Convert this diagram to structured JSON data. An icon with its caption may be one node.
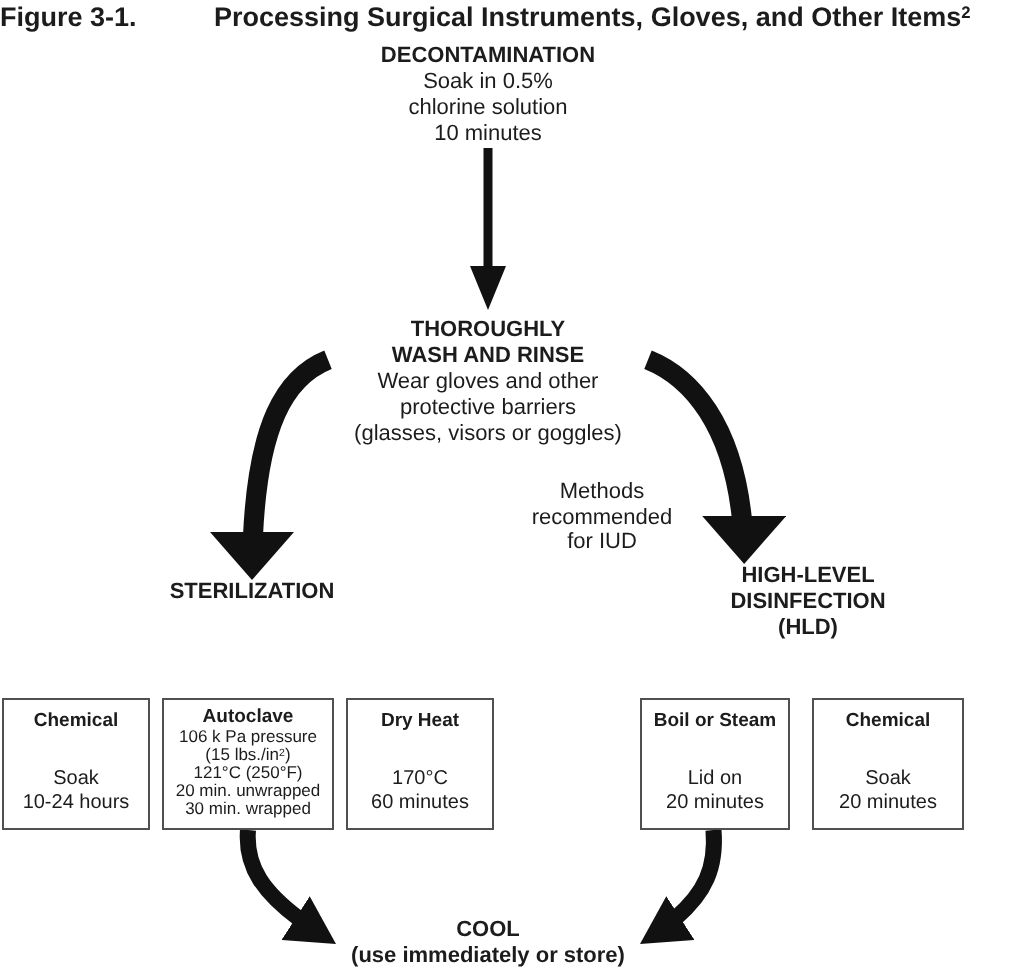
{
  "diagram": {
    "title": "Processing Surgical Instruments, Gloves, and Other Items$^{2}$",
    "nodes": [
      {
        "text": [
          "DECONTAMINATION",
          "Soak in 0.5% chlorine solution 10 minutes"
        ]
      },
      {
        "text": [
          "THOROUGHLY WASH AND RINSE",
          "Wear gloves and other protective barriers",
          "(glasses, visors or goggles)"
        ]
      },
      {
        "text": [
          "STERILIZATION"
        ]
      },
      {
        "text": [
          "HIGH-LEVEL DISINFECTION (HLD)"
        ]
      },
      {
        "text": [
          "Chemical",
          "Soak",
          "10-24 hours"
        ]
      },
      {
        "text": [
          "Autoclave",
          "106 k Pa pressure (15 lbs./in$^{2}$)",
          "121°C (250°F)",
          "20 min. unwrapped",
          "30 min. wrapped"
        ]
      },
      {
        "text": [
          "Dry Heat",
          "170°C",
          "60 minutes"
        ]
      },
      {
        "text": [
          "Boil or Steam",
          "Lid on",
          "20 minutes"
        ]
      },
      {
        "text": [
          "Chemical",
          "Soak",
          "20 minutes"
        ]
      },
      {
        "text": [
          "COOL",
          "(use immediately or store)"
        ]
      }
    ],
    "edges": [
      {
        "from": 0,
        "to": 1,
        "arrow": "to"
      },
      {
        "from": 1,
        "to": 2,
        "arrow": "to"
      },
      {
        "from": 1,
        "to": 3,
        "arrow": "to"
      },
      {
        "from": 5,
        "to": 9,
        "arrow": "to"
      },
      {
        "from": 7,
        "to": 9,
        "arrow": "to"
      }
    ],
    "labels": [
      "Figure 3-1.",
      "Methods recommended for IUD"
    ]
  }
}
